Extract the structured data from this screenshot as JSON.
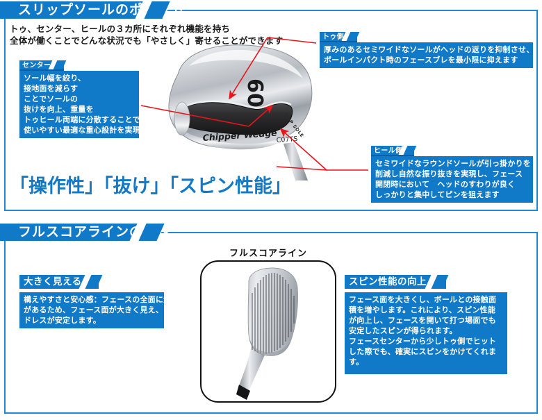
{
  "sections": [
    {
      "id": "sole",
      "banner_title": "スリップソールのポイント",
      "intro": [
        "トゥ、センター、ヒールの３カ所にそれぞれ機能を持ち",
        "全体が働くことでどんな状況でも「やさしく」寄せることができます"
      ],
      "slogan": "「操作性」「抜け」「スピン性能」",
      "callouts": [
        {
          "key": "center",
          "label": "センター",
          "lines": [
            "ソール幅を絞り、",
            "接地面を減らす",
            "ことでソールの",
            "抜けを向上、重量を",
            "トゥヒール両端に分散することで",
            "使いやすい最適な重心設計を実現"
          ]
        },
        {
          "key": "toe",
          "label": "トゥ側",
          "lines": [
            "厚みのあるセミワイドなソールがヘッドの返りを抑制させ、",
            "ボールインパクト時のフェースブレを最小限に抑えます"
          ]
        },
        {
          "key": "heel",
          "label": "ヒール側",
          "lines": [
            "セミワイドなラウンドソールが引っ掛かりを",
            "削減し自然な振り抜きを実現し、フェース",
            "開閉時において　ヘッドのすわりが良く",
            "しっかりと集中してピンを狙えます"
          ]
        }
      ],
      "photo": {
        "name": "golf-club-sole-photo",
        "markings": {
          "loft": "60",
          "model_name": "Chipper Wedge",
          "model_code": "C07TS",
          "sole_text": "SLIP SOLE"
        }
      }
    },
    {
      "id": "score",
      "banner_title": "フルスコアラインの良さ",
      "photo_caption": "フルスコアライン",
      "callouts": [
        {
          "key": "bigger",
          "label": "大きく見える",
          "lines": [
            "構えやすさと安心感：フェースの全面に溝",
            "があるため、フェース面が大きく見え、ア",
            "ドレスが安定します。"
          ]
        },
        {
          "key": "spin",
          "label": "スピン性能の向上",
          "lines": [
            "フェース面を大きくし、ボールとの接触面",
            "積を増やします。これにより、スピン性能",
            "が向上し、フェースを開いて打つ場面でも",
            "安定したスピンが得られます。",
            "フェースセンターから少しトゥ側でヒット",
            "した際でも、確実にスピンをかけてくれま",
            "す。"
          ]
        }
      ],
      "photo": {
        "name": "golf-club-face-photo",
        "groove_count": 16
      }
    }
  ],
  "colors": {
    "brand_blue": "#1079c8",
    "border_blue": "#1e8bd8",
    "arrow_red": "#e8151b",
    "tab_underline": "#0a5fa8",
    "text_dark": "#1a1a1a"
  }
}
